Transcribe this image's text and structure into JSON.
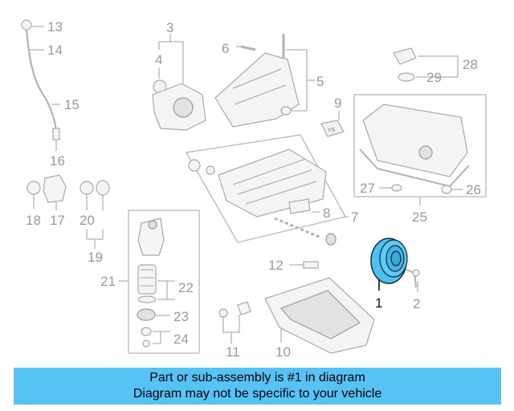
{
  "diagram": {
    "callouts": [
      "1",
      "2",
      "3",
      "4",
      "5",
      "6",
      "7",
      "8",
      "9",
      "10",
      "11",
      "12",
      "13",
      "14",
      "15",
      "16",
      "17",
      "18",
      "19",
      "20",
      "21",
      "22",
      "23",
      "24",
      "25",
      "26",
      "27",
      "28",
      "29"
    ],
    "highlight_color": "#4fc1ee",
    "highlighted_part": "1"
  },
  "banner": {
    "line1": "Part or sub-assembly is #1 in diagram",
    "line2": "Diagram may not be specific to your vehicle",
    "background": "#57c3f4"
  }
}
